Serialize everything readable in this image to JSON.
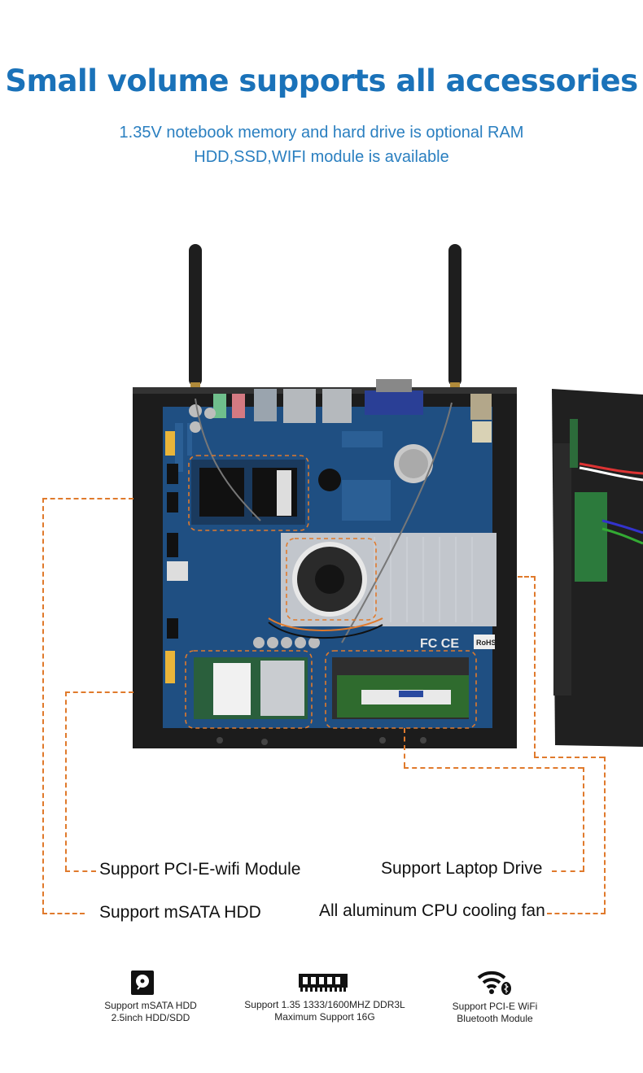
{
  "header": {
    "title": "Small volume supports all accessories",
    "subtitle_line1": "1.35V notebook memory and hard drive is optional RAM",
    "subtitle_line2": "HDD,SSD,WIFI module is available"
  },
  "callouts": {
    "wifi": "Support PCI-E-wifi Module",
    "msata": "Support mSATA HDD",
    "laptop_drive": "Support Laptop Drive",
    "cooling_fan": "All aluminum CPU cooling fan"
  },
  "board_labels": {
    "rohs": "RoHS",
    "fcc_ce": "FC CE"
  },
  "features": [
    {
      "icon": "hdd-icon",
      "line1": "Support  mSATA HDD",
      "line2": "2.5inch HDD/SDD"
    },
    {
      "icon": "ram-icon",
      "line1": "Support 1.35 1333/1600MHZ DDR3L",
      "line2": "Maximum Support 16G"
    },
    {
      "icon": "wifi-bluetooth-icon",
      "line1": "Support PCI-E WiFi",
      "line2": "Bluetooth Module"
    }
  ],
  "colors": {
    "title": "#1a72b9",
    "accent_dash": "#e07a2c",
    "pcb": "#1f4f82",
    "case": "#1c1c1c"
  }
}
